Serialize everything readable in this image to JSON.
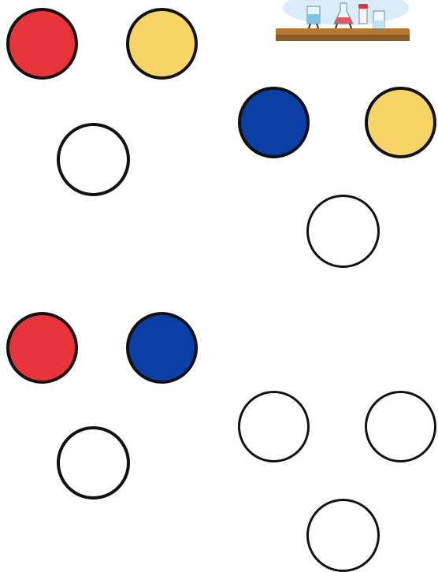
{
  "palette": {
    "red": "#e8343a",
    "yellow": "#f6d466",
    "blue": "#0c3fa6",
    "empty": "#ffffff",
    "outline": "#111111"
  },
  "illustration": {
    "icon": "science-lab-table-icon"
  },
  "groups": [
    {
      "name": "top-left",
      "inputs": [
        "red",
        "yellow"
      ],
      "result": "empty"
    },
    {
      "name": "top-right",
      "inputs": [
        "blue",
        "yellow"
      ],
      "result": "empty"
    },
    {
      "name": "bottom-left",
      "inputs": [
        "red",
        "blue"
      ],
      "result": "empty"
    },
    {
      "name": "bottom-right",
      "inputs": [
        "empty",
        "empty"
      ],
      "result": "empty"
    }
  ]
}
